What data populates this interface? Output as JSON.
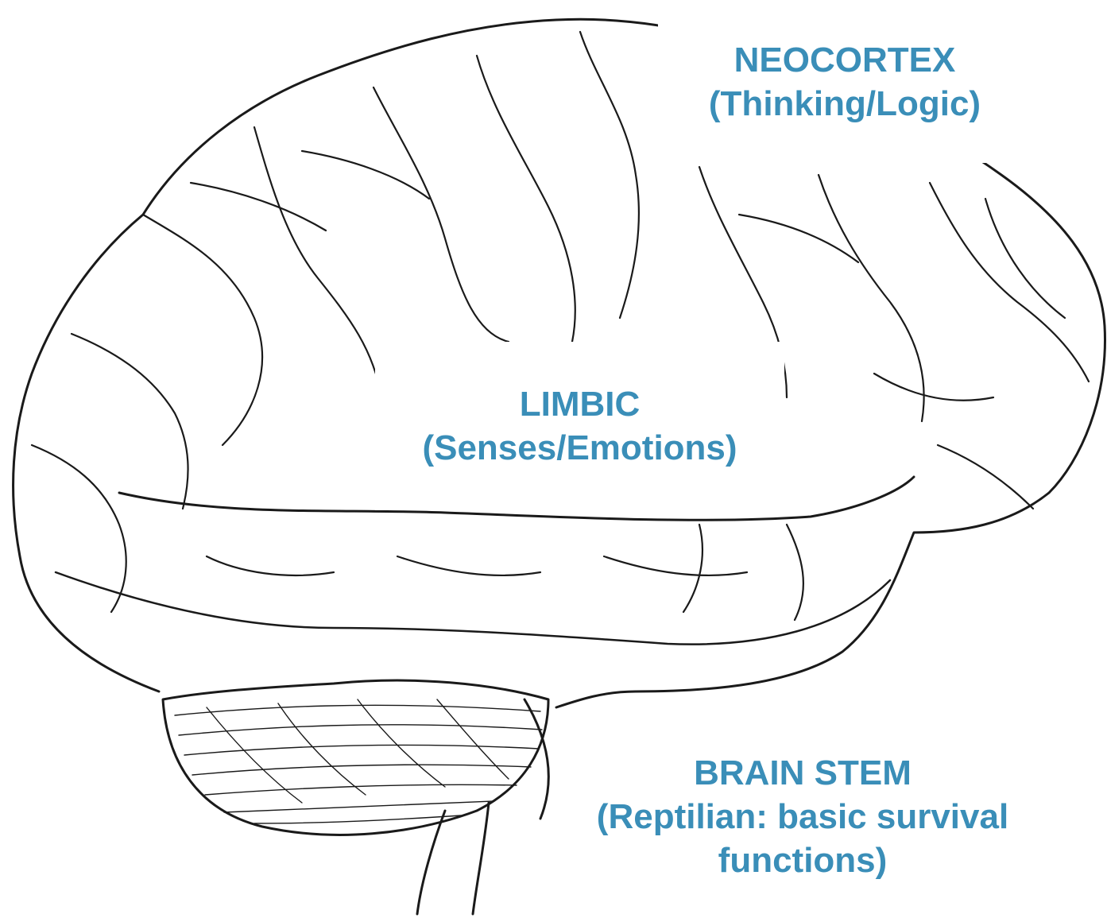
{
  "colors": {
    "label_text": "#3a8eb8",
    "outline": "#1a1a1a",
    "background": "#ffffff"
  },
  "illustration": {
    "icon": "brain-side-view-sketch-icon"
  },
  "labels": {
    "neocortex": {
      "title": "NEOCORTEX",
      "subtitle": "(Thinking/Logic)"
    },
    "limbic": {
      "title": "LIMBIC",
      "subtitle": "(Senses/Emotions)"
    },
    "brain_stem": {
      "title": "BRAIN STEM",
      "subtitle_line1": "(Reptilian: basic survival",
      "subtitle_line2": "functions)"
    }
  }
}
